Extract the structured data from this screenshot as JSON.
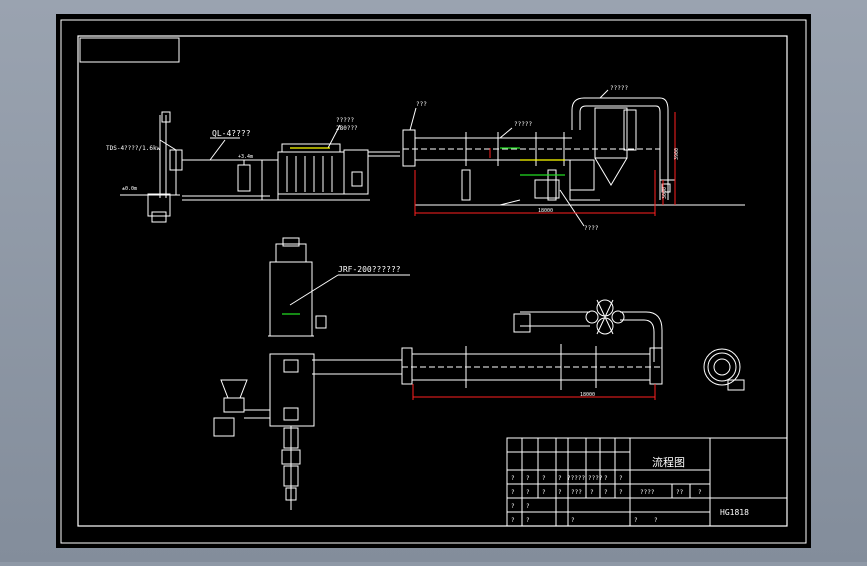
{
  "colors": {
    "background": "#8e98a6",
    "sheet": "#000000",
    "line": "#ffffff",
    "dimension": "#ff2020",
    "accent_yellow": "#ffff00",
    "accent_green": "#22dd22"
  },
  "labels": {
    "pump_spec": "TDS-4????/1.6kw",
    "level_left": "±0.0m",
    "gas_line": "QL-4????",
    "level_mid": "+3.4m",
    "burner_top": "?????",
    "burner_code": "280???",
    "feed": "???",
    "drum": "?????",
    "cyclone": "?????",
    "bottom_equip": "????",
    "furnace": "JRF-200??????",
    "dim_top_drum": "18000",
    "dim_bottom_drum": "18000",
    "dim_vert_1": "3000",
    "dim_vert_2": "3900"
  },
  "title_block": {
    "title": "流程图",
    "drawing_no": "HG1818",
    "row1": [
      "?",
      "?",
      "?",
      "?",
      "?????",
      "????",
      "?",
      "?"
    ],
    "row2": [
      "?",
      "?",
      "?",
      "?",
      "???",
      "?",
      "?",
      "?"
    ],
    "row3": [
      "?",
      "?"
    ],
    "row4": [
      "?",
      "?",
      "?",
      "?",
      "?"
    ],
    "mid_label": "????",
    "mid_q1": "??",
    "mid_q2": "?"
  }
}
